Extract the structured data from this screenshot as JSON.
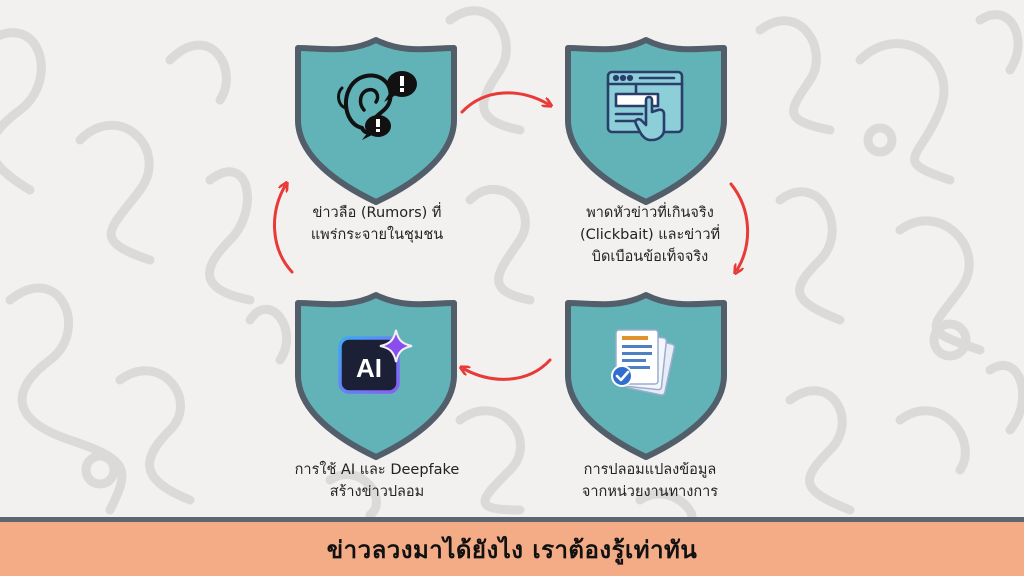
{
  "colors": {
    "background": "#f3f0f0",
    "doodle": "#dcd9d9",
    "shield_fill": "#62b3b7",
    "shield_border": "#525e69",
    "arrow": "#e83a37",
    "footer_band": "#f4ac86",
    "footer_rule": "#5a6670"
  },
  "cards": [
    {
      "icon": "ear-rumor-icon",
      "caption_lines": [
        "ข่าวลือ (Rumors) ที่",
        "แพร่กระจายในชุมชน"
      ]
    },
    {
      "icon": "clickbait-browser-icon",
      "caption_lines": [
        "พาดหัวข่าวที่เกินจริง",
        "(Clickbait) และข่าวที่",
        "บิดเบือนข้อเท็จจริง"
      ]
    },
    {
      "icon": "documents-check-icon",
      "caption_lines": [
        "การปลอมแปลงข้อมูล",
        "จากหน่วยงานทางการ"
      ]
    },
    {
      "icon": "ai-sparkle-icon",
      "icon_text": "AI",
      "caption_lines": [
        "การใช้ AI และ Deepfake",
        "สร้างข่าวปลอม"
      ]
    }
  ],
  "arrows": [
    {
      "from": "card-1",
      "to": "card-2",
      "direction": "right"
    },
    {
      "from": "card-2",
      "to": "card-3",
      "direction": "down"
    },
    {
      "from": "card-3",
      "to": "card-4",
      "direction": "left"
    },
    {
      "from": "card-4",
      "to": "card-1",
      "direction": "up"
    }
  ],
  "footer": {
    "title": "ข่าวลวงมาได้ยังไง เราต้องรู้เท่าทัน"
  }
}
